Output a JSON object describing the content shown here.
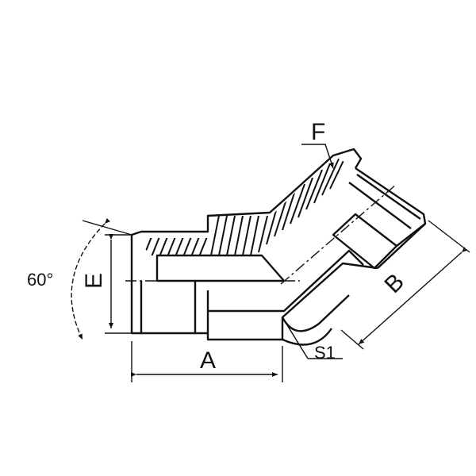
{
  "diagram": {
    "labels": {
      "angle": "60°",
      "dim_a": "A",
      "dim_b": "B",
      "dim_e": "E",
      "dim_f": "F",
      "dim_s1": "S1"
    }
  }
}
